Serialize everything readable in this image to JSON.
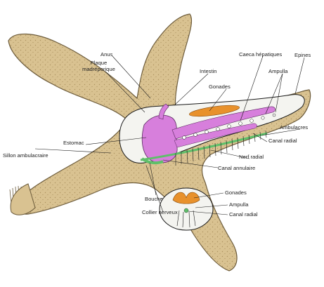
{
  "colors": {
    "skin": "#d9c291",
    "skin_shadow": "#b59b68",
    "outline": "#6b5a3a",
    "stomach": "#d77fdc",
    "gonads": "#e8912c",
    "canal_green": "#5fbf6a",
    "section": "#f4f4f0",
    "line": "#1a1a1a"
  },
  "labels": {
    "anus": "Anus",
    "plaque_1": "Plaque",
    "plaque_2": "madréporique",
    "intestin": "Intestin",
    "caeca": "Caeca hépatiques",
    "epines": "Epines",
    "ampulla_top": "Ampulla",
    "gonades_top": "Gonades",
    "estomac": "Estomac",
    "ambulacres": "Ambulacres",
    "canal_radial_top": "Canal radial",
    "nerf_radial": "Nerf radial",
    "sillon": "Sillon ambulacraire",
    "canal_annulaire": "Canal annulaire",
    "bouche": "Bouche",
    "gonades_bottom": "Gonades",
    "collier": "Collier nerveux",
    "ampulla_bottom": "Ampulla",
    "canal_radial_bottom": "Canal radial"
  }
}
